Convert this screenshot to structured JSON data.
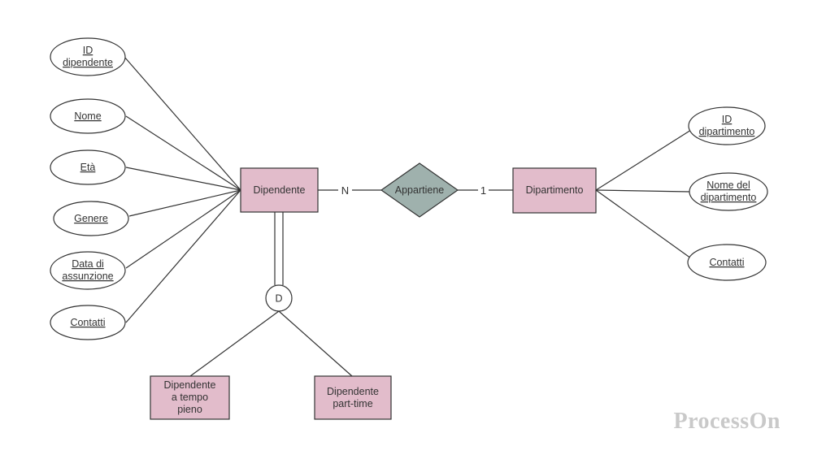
{
  "entities": {
    "dipendente": "Dipendente",
    "dipartimento": "Dipartimento",
    "tempo_pieno": [
      "Dipendente",
      "a tempo",
      "pieno"
    ],
    "part_time": [
      "Dipendente",
      "part-time"
    ]
  },
  "relationship": {
    "label": "Appartiene",
    "card_left": "N",
    "card_right": "1"
  },
  "specialization": {
    "label": "D"
  },
  "dipendente_attributes": [
    [
      "ID",
      "dipendente"
    ],
    [
      "Nome"
    ],
    [
      "Età"
    ],
    [
      "Genere"
    ],
    [
      "Data di",
      "assunzione"
    ],
    [
      "Contatti"
    ]
  ],
  "dipartimento_attributes": [
    [
      "ID",
      "dipartimento"
    ],
    [
      "Nome del",
      "dipartimento"
    ],
    [
      "Contatti"
    ]
  ],
  "colors": {
    "entity_fill": "#e2bccb",
    "relationship_fill": "#9fb1ad",
    "attribute_fill": "#ffffff",
    "line": "#333333"
  },
  "watermark": "ProcessOn"
}
